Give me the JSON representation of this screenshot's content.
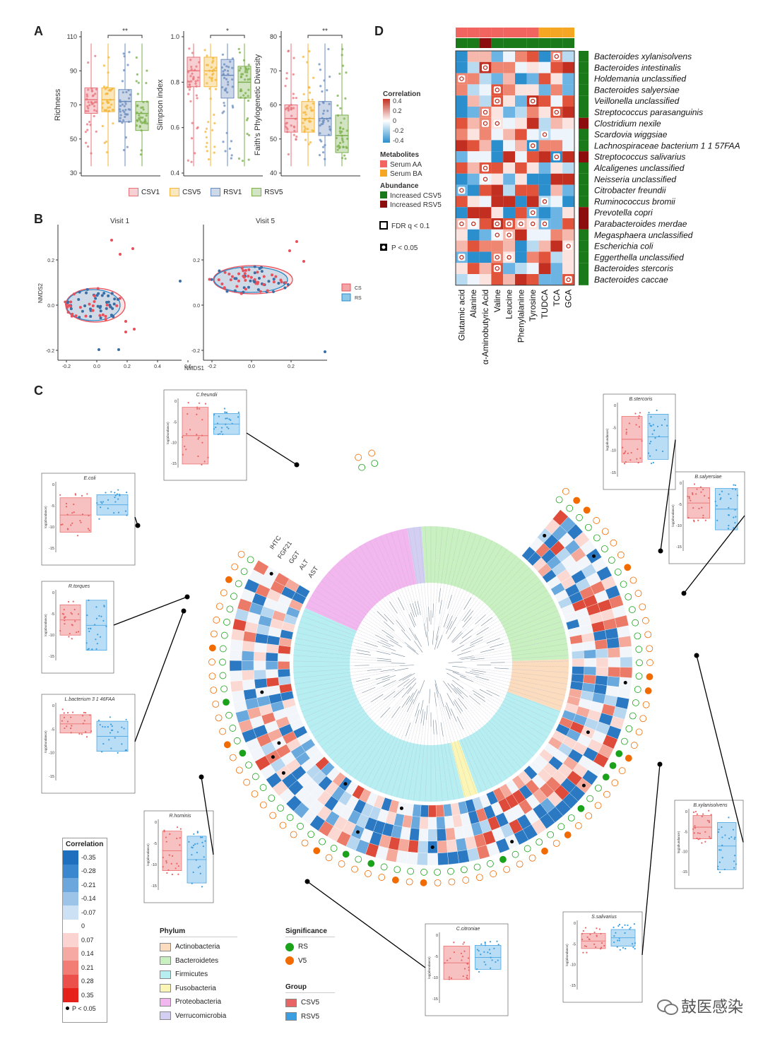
{
  "panels": {
    "a": "A",
    "b": "B",
    "c": "C",
    "d": "D"
  },
  "panelA": {
    "legend": [
      "CSV1",
      "CSV5",
      "RSV1",
      "RSV5"
    ],
    "colors": [
      "#e8737a",
      "#f4b63a",
      "#6a8bbd",
      "#7aaf4b"
    ],
    "plots": [
      {
        "ylabel": "Richness",
        "ticks": [
          "30",
          "50",
          "70",
          "90",
          "110"
        ],
        "sig": "**",
        "medians": [
          73,
          73,
          72,
          65
        ],
        "q1": [
          65,
          66,
          60,
          55
        ],
        "q3": [
          80,
          80,
          79,
          72
        ]
      },
      {
        "ylabel": "Simpson index",
        "ticks": [
          "0.4",
          "0.6",
          "0.8",
          "1.0"
        ],
        "sig": "*",
        "medians": [
          0.85,
          0.85,
          0.83,
          0.8
        ],
        "q1": [
          0.78,
          0.78,
          0.73,
          0.73
        ],
        "q3": [
          0.91,
          0.91,
          0.9,
          0.87
        ]
      },
      {
        "ylabel": "Faith's Phylogenetic Diversity",
        "ticks": [
          "40",
          "50",
          "60",
          "70",
          "80"
        ],
        "sig": "**",
        "medians": [
          56,
          56,
          56,
          51
        ],
        "q1": [
          52,
          52,
          51,
          46
        ],
        "q3": [
          60,
          61,
          61,
          57
        ]
      }
    ]
  },
  "panelB": {
    "titles": [
      "Visit 1",
      "Visit 5"
    ],
    "ylabel": "NMDS2",
    "xlabel": "NMDS1",
    "yticks": [
      "0.2",
      "0.0",
      "-0.2"
    ],
    "xticks1": [
      "-0.2",
      "0.0",
      "0.2",
      "0.4",
      "0.6"
    ],
    "xticks2": [
      "-0.2",
      "0.0",
      "0.2"
    ],
    "legend": [
      "CS",
      "RS"
    ]
  },
  "panelD": {
    "taxa": [
      "Bacteroides xylanisolvens",
      "Bacteroides intestinalis",
      "Holdemania unclassified",
      "Bacteroides salyersiae",
      "Veillonella unclassified",
      "Streptococcus parasanguinis",
      "Clostridium nexile",
      "Scardovia wiggsiae",
      "Lachnospiraceae bacterium 1 1 57FAA",
      "Streptococcus salivarius",
      "Alcaligenes unclassified",
      "Neisseria unclassified",
      "Citrobacter freundii",
      "Ruminococcus bromii",
      "Prevotella copri",
      "Parabacteroides merdae",
      "Megasphaera unclassified",
      "Escherichia coli",
      "Eggerthella unclassified",
      "Bacteroides stercoris",
      "Bacteroides caccae"
    ],
    "metabolites": [
      "Glutamic acid",
      "Alanine",
      "α-Aminobutyric Acid",
      "Valine",
      "Leucine",
      "Phenylalanine",
      "Tyrosine",
      "TUDCA",
      "TCA",
      "GCA"
    ],
    "legend": {
      "corr_title": "Correlation",
      "corr_ticks": [
        "0.4",
        "0.2",
        "0",
        "-0.2",
        "-0.4"
      ],
      "metab_title": "Metabolites",
      "metab_items": [
        "Serum AA",
        "Serum BA"
      ],
      "abund_title": "Abundance",
      "abund_items": [
        "Increased CSV5",
        "Increased RSV5"
      ],
      "fdr": "FDR q < 0.1",
      "p": "P < 0.05"
    }
  },
  "panelC": {
    "rings": [
      "AST",
      "ALT",
      "GGT",
      "FGF21",
      "IHTC"
    ],
    "insets": [
      {
        "title": "C.freundii"
      },
      {
        "title": "E.coli"
      },
      {
        "title": "R.torques"
      },
      {
        "title": "L.bacterium 3 1 46FAA"
      },
      {
        "title": "R.hominis"
      },
      {
        "title": "C.citroniae"
      },
      {
        "title": "S.salivarius"
      },
      {
        "title": "B.xylanisolvens"
      },
      {
        "title": "B.salyersiae"
      },
      {
        "title": "B.stercoris"
      }
    ],
    "inset_ylabel": "log(abundance)",
    "corr_legend": {
      "title": "Correlation",
      "values": [
        "-0.35",
        "-0.28",
        "-0.21",
        "-0.14",
        "-0.07",
        "0",
        "0.07",
        "0.14",
        "0.21",
        "0.28",
        "0.35"
      ],
      "colors": [
        "#1f6fbf",
        "#3a86cf",
        "#6ba6dc",
        "#9cc3e8",
        "#cde1f4",
        "#ffffff",
        "#fbd3d0",
        "#f6a9a3",
        "#f17d75",
        "#eb514a",
        "#e6211b"
      ],
      "p": "P < 0.05"
    },
    "phylum_legend": {
      "title": "Phylum",
      "items": [
        "Actinobacteria",
        "Bacteroidetes",
        "Firmicutes",
        "Fusobacteria",
        "Proteobacteria",
        "Verrucomicrobia"
      ],
      "colors": [
        "#fbdcbf",
        "#c9f0c0",
        "#b7eef2",
        "#fbf6b5",
        "#f3b7ef",
        "#d3cff3"
      ]
    },
    "sig_legend": {
      "title": "Significance",
      "items": [
        "RS",
        "V5"
      ],
      "colors": [
        "#1aa31a",
        "#f26b00"
      ]
    },
    "group_legend": {
      "title": "Group",
      "items": [
        "CSV5",
        "RSV5"
      ],
      "colors": [
        "#e86465",
        "#3a9ee0"
      ]
    }
  },
  "watermark": "鼓医感染"
}
